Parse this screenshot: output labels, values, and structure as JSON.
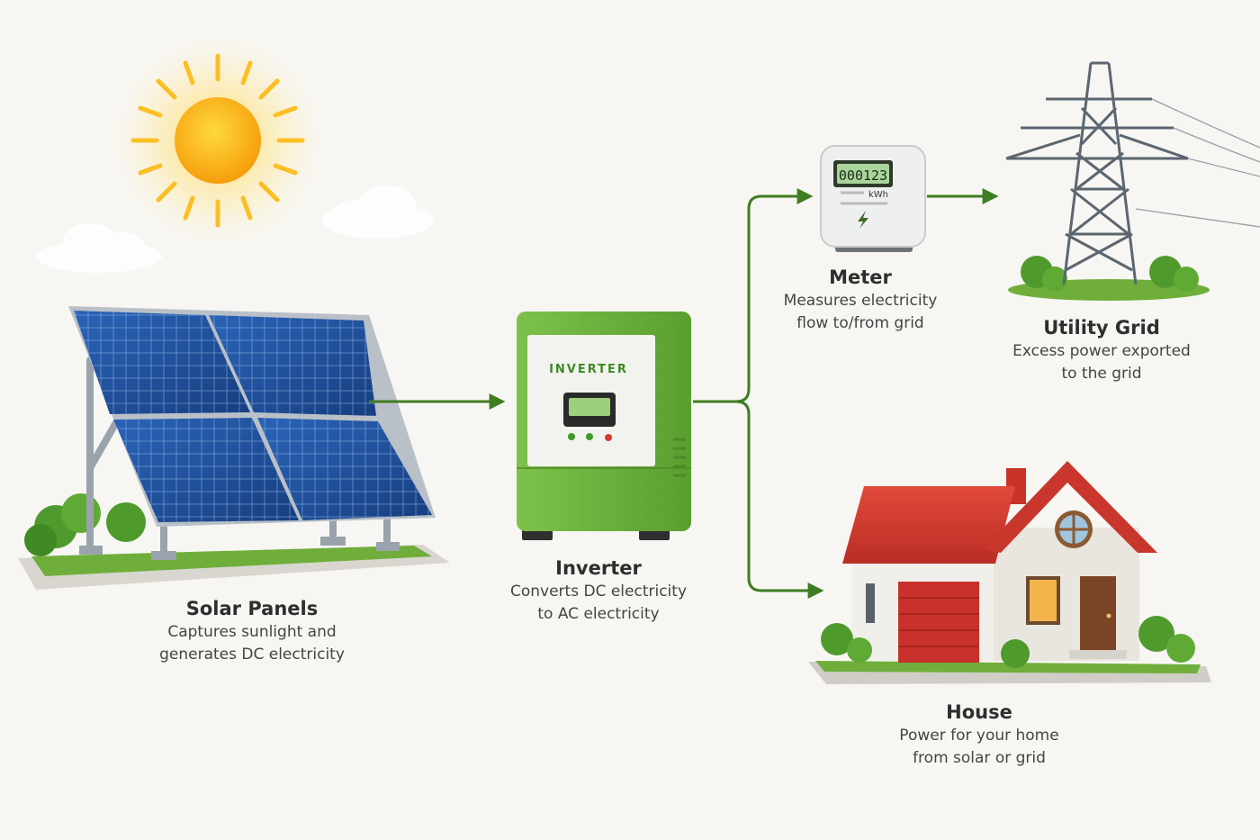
{
  "components": {
    "solar": {
      "title": "Solar Panels",
      "desc1": "Captures sunlight and",
      "desc2": "generates DC electricity"
    },
    "inverter": {
      "title": "Inverter",
      "desc1": "Converts DC electricity",
      "desc2": "to AC electricity",
      "label": "INVERTER"
    },
    "meter": {
      "title": "Meter",
      "desc1": "Measures electricity",
      "desc2": "flow to/from grid",
      "reading": "000123",
      "unit": "kWh"
    },
    "grid": {
      "title": "Utility Grid",
      "desc1": "Excess power exported",
      "desc2": "to the grid"
    },
    "house": {
      "title": "House",
      "desc1": "Power for your home",
      "desc2": "from solar or grid"
    }
  },
  "colors": {
    "flow": "#3f7d22",
    "inverter": "#6cb33f",
    "panel": "#1f4f9c",
    "roof": "#d63a2f",
    "sun": "#f8b91a"
  }
}
